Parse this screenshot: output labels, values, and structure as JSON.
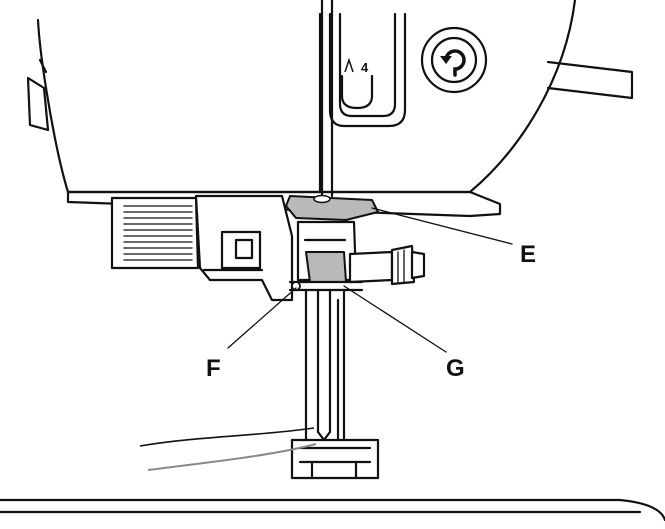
{
  "callouts": {
    "e": "E",
    "f": "F",
    "g": "G"
  },
  "thread_guide_number": "4",
  "icons": {
    "reverse_button": "reverse-stitch-icon",
    "guide_arrow": "up-arrow-icon"
  },
  "colors": {
    "line": "#111111",
    "highlight_gray": "#b9b9b9",
    "thread_gray": "#8a8a8a",
    "background": "#ffffff"
  }
}
